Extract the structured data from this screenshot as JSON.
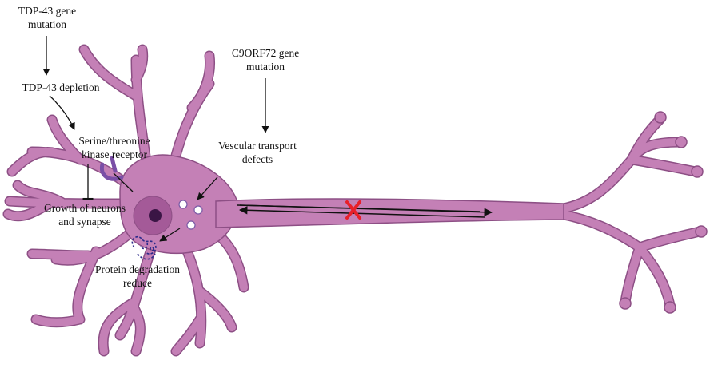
{
  "labels": {
    "tdp43_mutation": [
      "TDP-43  gene",
      "mutation"
    ],
    "tdp43_depletion": "TDP-43 depletion",
    "kinase_receptor": [
      "Serine/threonine",
      "kinase receptor"
    ],
    "growth": [
      "Growth of neurons",
      "and synapse"
    ],
    "c9orf72": [
      "C9ORF72 gene",
      "mutation"
    ],
    "vesicular": [
      "Vescular transport",
      "defects"
    ],
    "protein": [
      "Protein degradation",
      "reduce"
    ]
  },
  "colors": {
    "neuron": "#c480b6",
    "neuron_outline": "#8d4f85",
    "nucleus": "#a45a98",
    "nucleolus": "#3a1545",
    "receptor": "#7a4fa6",
    "block_mark": "#e8202a"
  }
}
